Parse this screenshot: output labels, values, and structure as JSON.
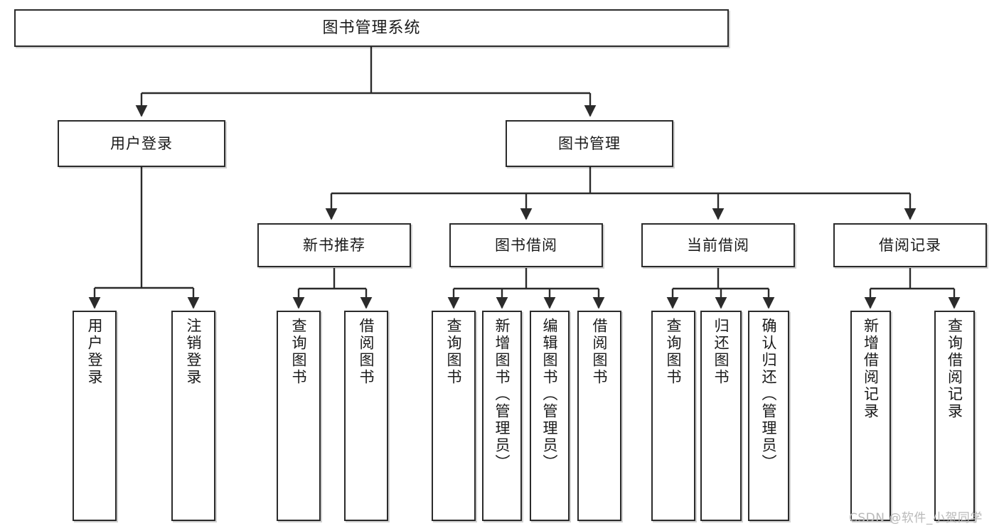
{
  "diagram": {
    "title": "图书管理系统",
    "type": "tree",
    "root": {
      "id": "root",
      "label": "图书管理系统"
    },
    "level2": [
      {
        "id": "user-login",
        "label": "用户登录"
      },
      {
        "id": "book-manage",
        "label": "图书管理"
      }
    ],
    "level3": [
      {
        "id": "new-book-recommend",
        "label": "新书推荐"
      },
      {
        "id": "book-borrow",
        "label": "图书借阅"
      },
      {
        "id": "current-borrow",
        "label": "当前借阅"
      },
      {
        "id": "borrow-record",
        "label": "借阅记录"
      }
    ],
    "leaves": {
      "user_login": [
        {
          "id": "leaf-user-login",
          "label": "用户登录"
        },
        {
          "id": "leaf-logout-login",
          "label": "注销登录"
        }
      ],
      "new_book_recommend": [
        {
          "id": "leaf-query-book-1",
          "label": "查询图书"
        },
        {
          "id": "leaf-borrow-book-1",
          "label": "借阅图书"
        }
      ],
      "book_borrow": [
        {
          "id": "leaf-query-book-2",
          "label": "查询图书"
        },
        {
          "id": "leaf-add-book",
          "label": "新增图书（管理员）"
        },
        {
          "id": "leaf-edit-book",
          "label": "编辑图书（管理员）"
        },
        {
          "id": "leaf-borrow-book-2",
          "label": "借阅图书"
        }
      ],
      "current_borrow": [
        {
          "id": "leaf-query-book-3",
          "label": "查询图书"
        },
        {
          "id": "leaf-return-book",
          "label": "归还图书"
        },
        {
          "id": "leaf-confirm-return",
          "label": "确认归还（管理员）"
        }
      ],
      "borrow_record": [
        {
          "id": "leaf-add-record",
          "label": "新增借阅记录"
        },
        {
          "id": "leaf-query-record",
          "label": "查询借阅记录"
        }
      ]
    }
  },
  "watermark": {
    "text": "CSDN @软件_小贺同学"
  },
  "colors": {
    "stroke": "#2b2b2b",
    "fill": "#ffffff",
    "text": "#1a1a1a",
    "watermark": "#b9b9b9"
  }
}
